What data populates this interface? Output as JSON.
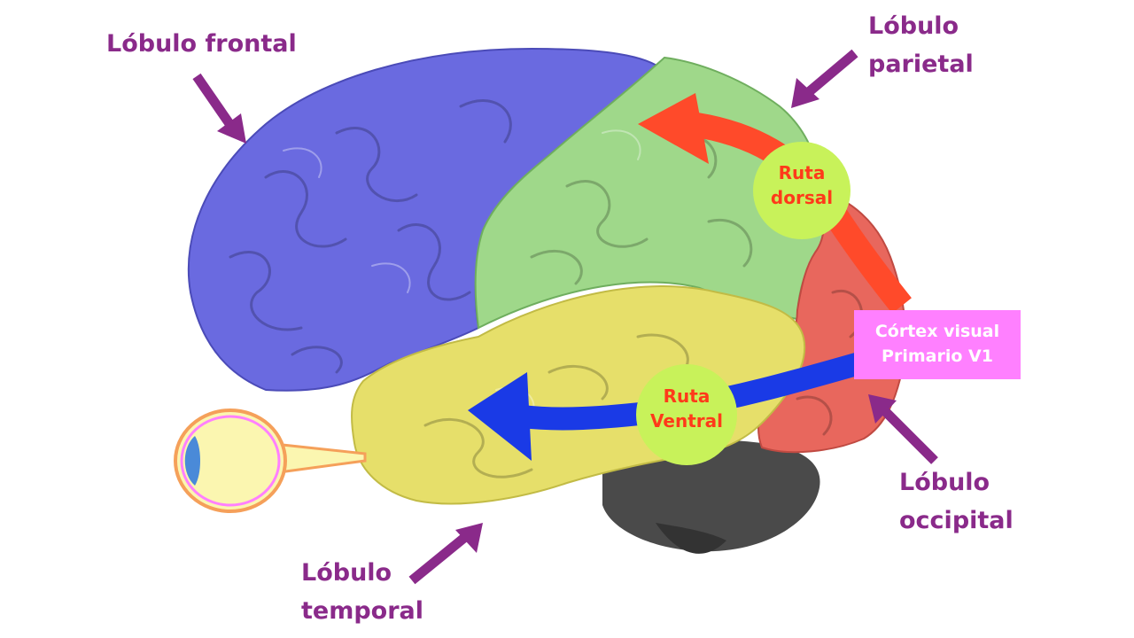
{
  "colors": {
    "frontal": "#6a6ae0",
    "parietal": "#9fd88a",
    "occipital": "#e8675d",
    "temporal": "#e6df6a",
    "cerebellum": "#4a4a4a",
    "label": "#8a2a8a",
    "dorsal_arrow": "#ff4a2a",
    "ventral_arrow": "#1a3ae6",
    "route_circle": "#c8f25a",
    "v1_box": "#ff80ff",
    "eye_outline": "#f5a05a",
    "eye_inner": "#ff80ff",
    "eye_fill": "#fbf6b0",
    "eye_cornea": "#4a8ad8"
  },
  "labels": {
    "frontal": [
      "Lóbulo frontal"
    ],
    "parietal": [
      "Lóbulo",
      "parietal"
    ],
    "occipital": [
      "Lóbulo",
      "occipital"
    ],
    "temporal": [
      "Lóbulo",
      "temporal"
    ]
  },
  "routes": {
    "dorsal": [
      "Ruta",
      "dorsal"
    ],
    "ventral": [
      "Ruta",
      "Ventral"
    ]
  },
  "v1": [
    "Córtex visual",
    "Primario V1"
  ],
  "icons": [
    "eye-icon"
  ]
}
